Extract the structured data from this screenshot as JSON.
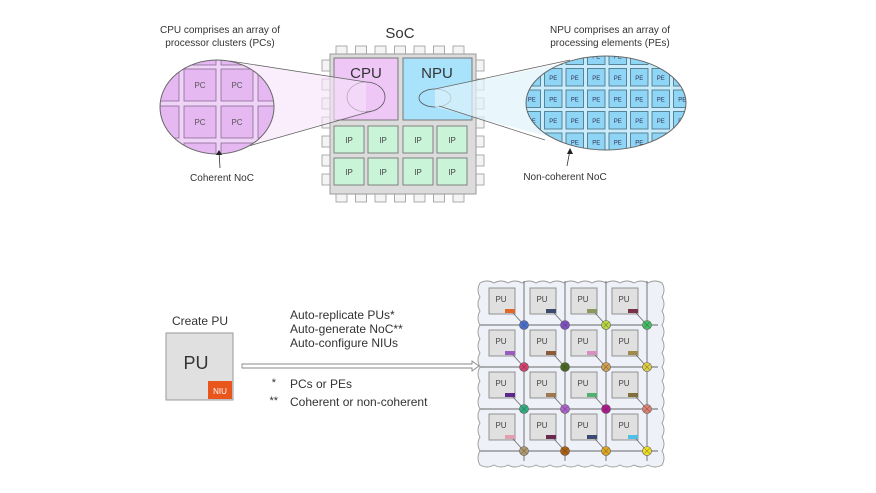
{
  "top": {
    "soc_label": "SoC",
    "cpu_label": "CPU",
    "npu_label": "NPU",
    "ip_label": "IP",
    "pc_label": "PC",
    "pe_label": "PE",
    "cpu_caption_line1": "CPU comprises an array of",
    "cpu_caption_line2": "processor clusters (PCs)",
    "npu_caption_line1": "NPU comprises an array of",
    "npu_caption_line2": "processing elements (PEs)",
    "coherent_noc_label": "Coherent NoC",
    "noncoherent_noc_label": "Non-coherent NoC"
  },
  "bottom": {
    "create_pu_label": "Create PU",
    "pu_label": "PU",
    "niu_label": "NIU",
    "steps": [
      "Auto-replicate PUs*",
      "Auto-generate NoC**",
      "Auto-configure NIUs"
    ],
    "footnotes": [
      {
        "mark": "*",
        "text": "PCs or PEs"
      },
      {
        "mark": "**",
        "text": "Coherent or non-coherent"
      }
    ],
    "grid_pu_label": "PU",
    "niu_colors": [
      [
        "#e0662a",
        "#3c4a6e",
        "#8a9a5e",
        "#7a3048"
      ],
      [
        "#9a5cc0",
        "#8a5a3a",
        "#d890c0",
        "#a08a50"
      ],
      [
        "#5a2a8a",
        "#a07850",
        "#50b070",
        "#80703a"
      ],
      [
        "#e0a0b0",
        "#6a2a50",
        "#3a4a70",
        "#50c0e8"
      ]
    ],
    "router_colors": [
      [
        "#4a70d0",
        "#8050c8",
        "#b8d840",
        "#40c060"
      ],
      [
        "#d84070",
        "#4a6a20",
        "#d0a050",
        "#e0d040"
      ],
      [
        "#30b080",
        "#b060d0",
        "#b01890",
        "#e08070"
      ],
      [
        "#b09a70",
        "#b06010",
        "#e0a820",
        "#f0e020"
      ]
    ]
  },
  "colors": {
    "cpu_fill": "#eec7f7",
    "npu_fill": "#a9e2fb",
    "ip_fill": "#c9f4d8",
    "chip_fill": "#dcdcdc",
    "niu_orange": "#e8561c",
    "pu_fill": "#e0e0e0",
    "grid_bg": "#eef1f8"
  }
}
